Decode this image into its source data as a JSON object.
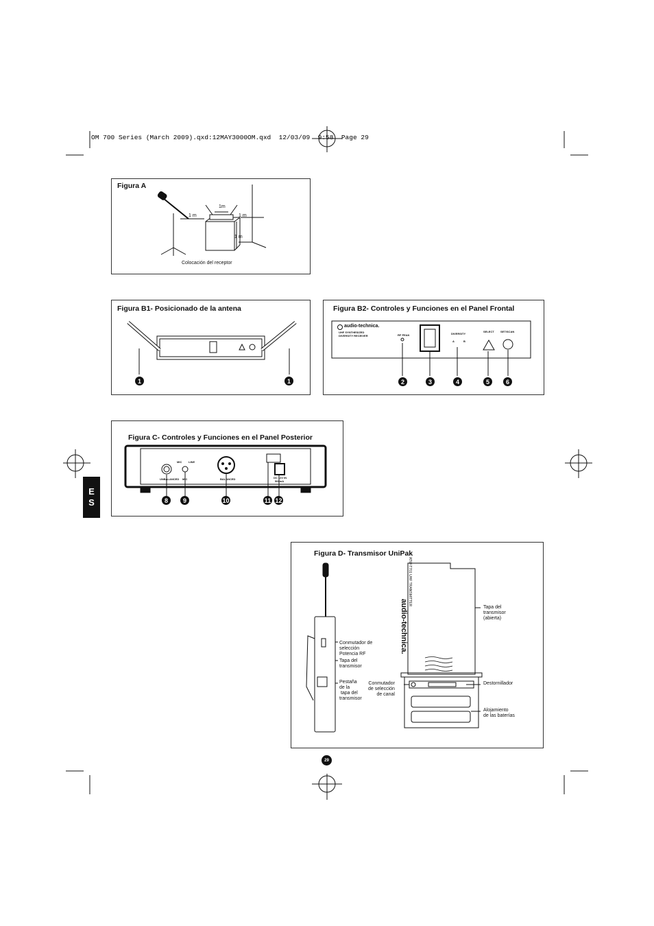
{
  "header": {
    "slug_line": "OM 700 Series (March 2009).qxd:12MAY3000OM.qxd  12/03/09  9:58  Page 29"
  },
  "figure_a": {
    "title": "Figura A",
    "caption": "Colocación del receptor",
    "dim_top": "1m",
    "dim_left": "1 m",
    "dim_right": "1 m",
    "dim_vertical": "1 m"
  },
  "figure_b1": {
    "title": "Figura B1- Posicionado de la antena",
    "callouts": [
      "1",
      "1"
    ]
  },
  "figure_b2": {
    "title": "Figura B2- Controles y Funciones en el Panel Frontal",
    "brand": "audio-technica.",
    "model_line1": "UHF SYNTHESIZED",
    "model_line2": "DIVERSITY RECEIVER",
    "rf_peak": "RF PEAK",
    "diversity": "DIVERSITY",
    "diversity_a": "A",
    "diversity_b": "B",
    "select": "SELECT",
    "set_scan": "SET/SCAN",
    "callouts": [
      "2",
      "3",
      "4",
      "5",
      "6"
    ]
  },
  "figure_c": {
    "title": "Figura C- Controles y Funciones en el Panel Posterior",
    "unbalanced": "UNBALANCED",
    "level": "MIC",
    "mic_label": "MIC",
    "line_label": "LINE",
    "balanced": "BALANCED",
    "dc_label1": "DC 12V IN",
    "dc_label2": "500mA",
    "callouts": [
      "8",
      "9",
      "10",
      "11",
      "12"
    ]
  },
  "figure_d": {
    "title": "Figura D- Transmisor UniPak",
    "brand": "audio-technica.",
    "model": "ATW-T701 UHF TRANSMITTER",
    "label_rf": "Conmutador de\nselección\nPotencia RF",
    "label_cover": "Tapa del\ntransmisor",
    "label_tab": "Pestaña\nde la\n tapa del\ntransmisor",
    "label_channel": "Conmutador\nde selección\nde canal",
    "label_cover_open": "Tapa del\ntransmisor\n(abierta)",
    "label_screwdriver": "Destornillador",
    "label_battery": "Alojamiento\nde las baterías"
  },
  "side_tab": {
    "line1": "E",
    "line2": "S"
  },
  "page_number": "29"
}
